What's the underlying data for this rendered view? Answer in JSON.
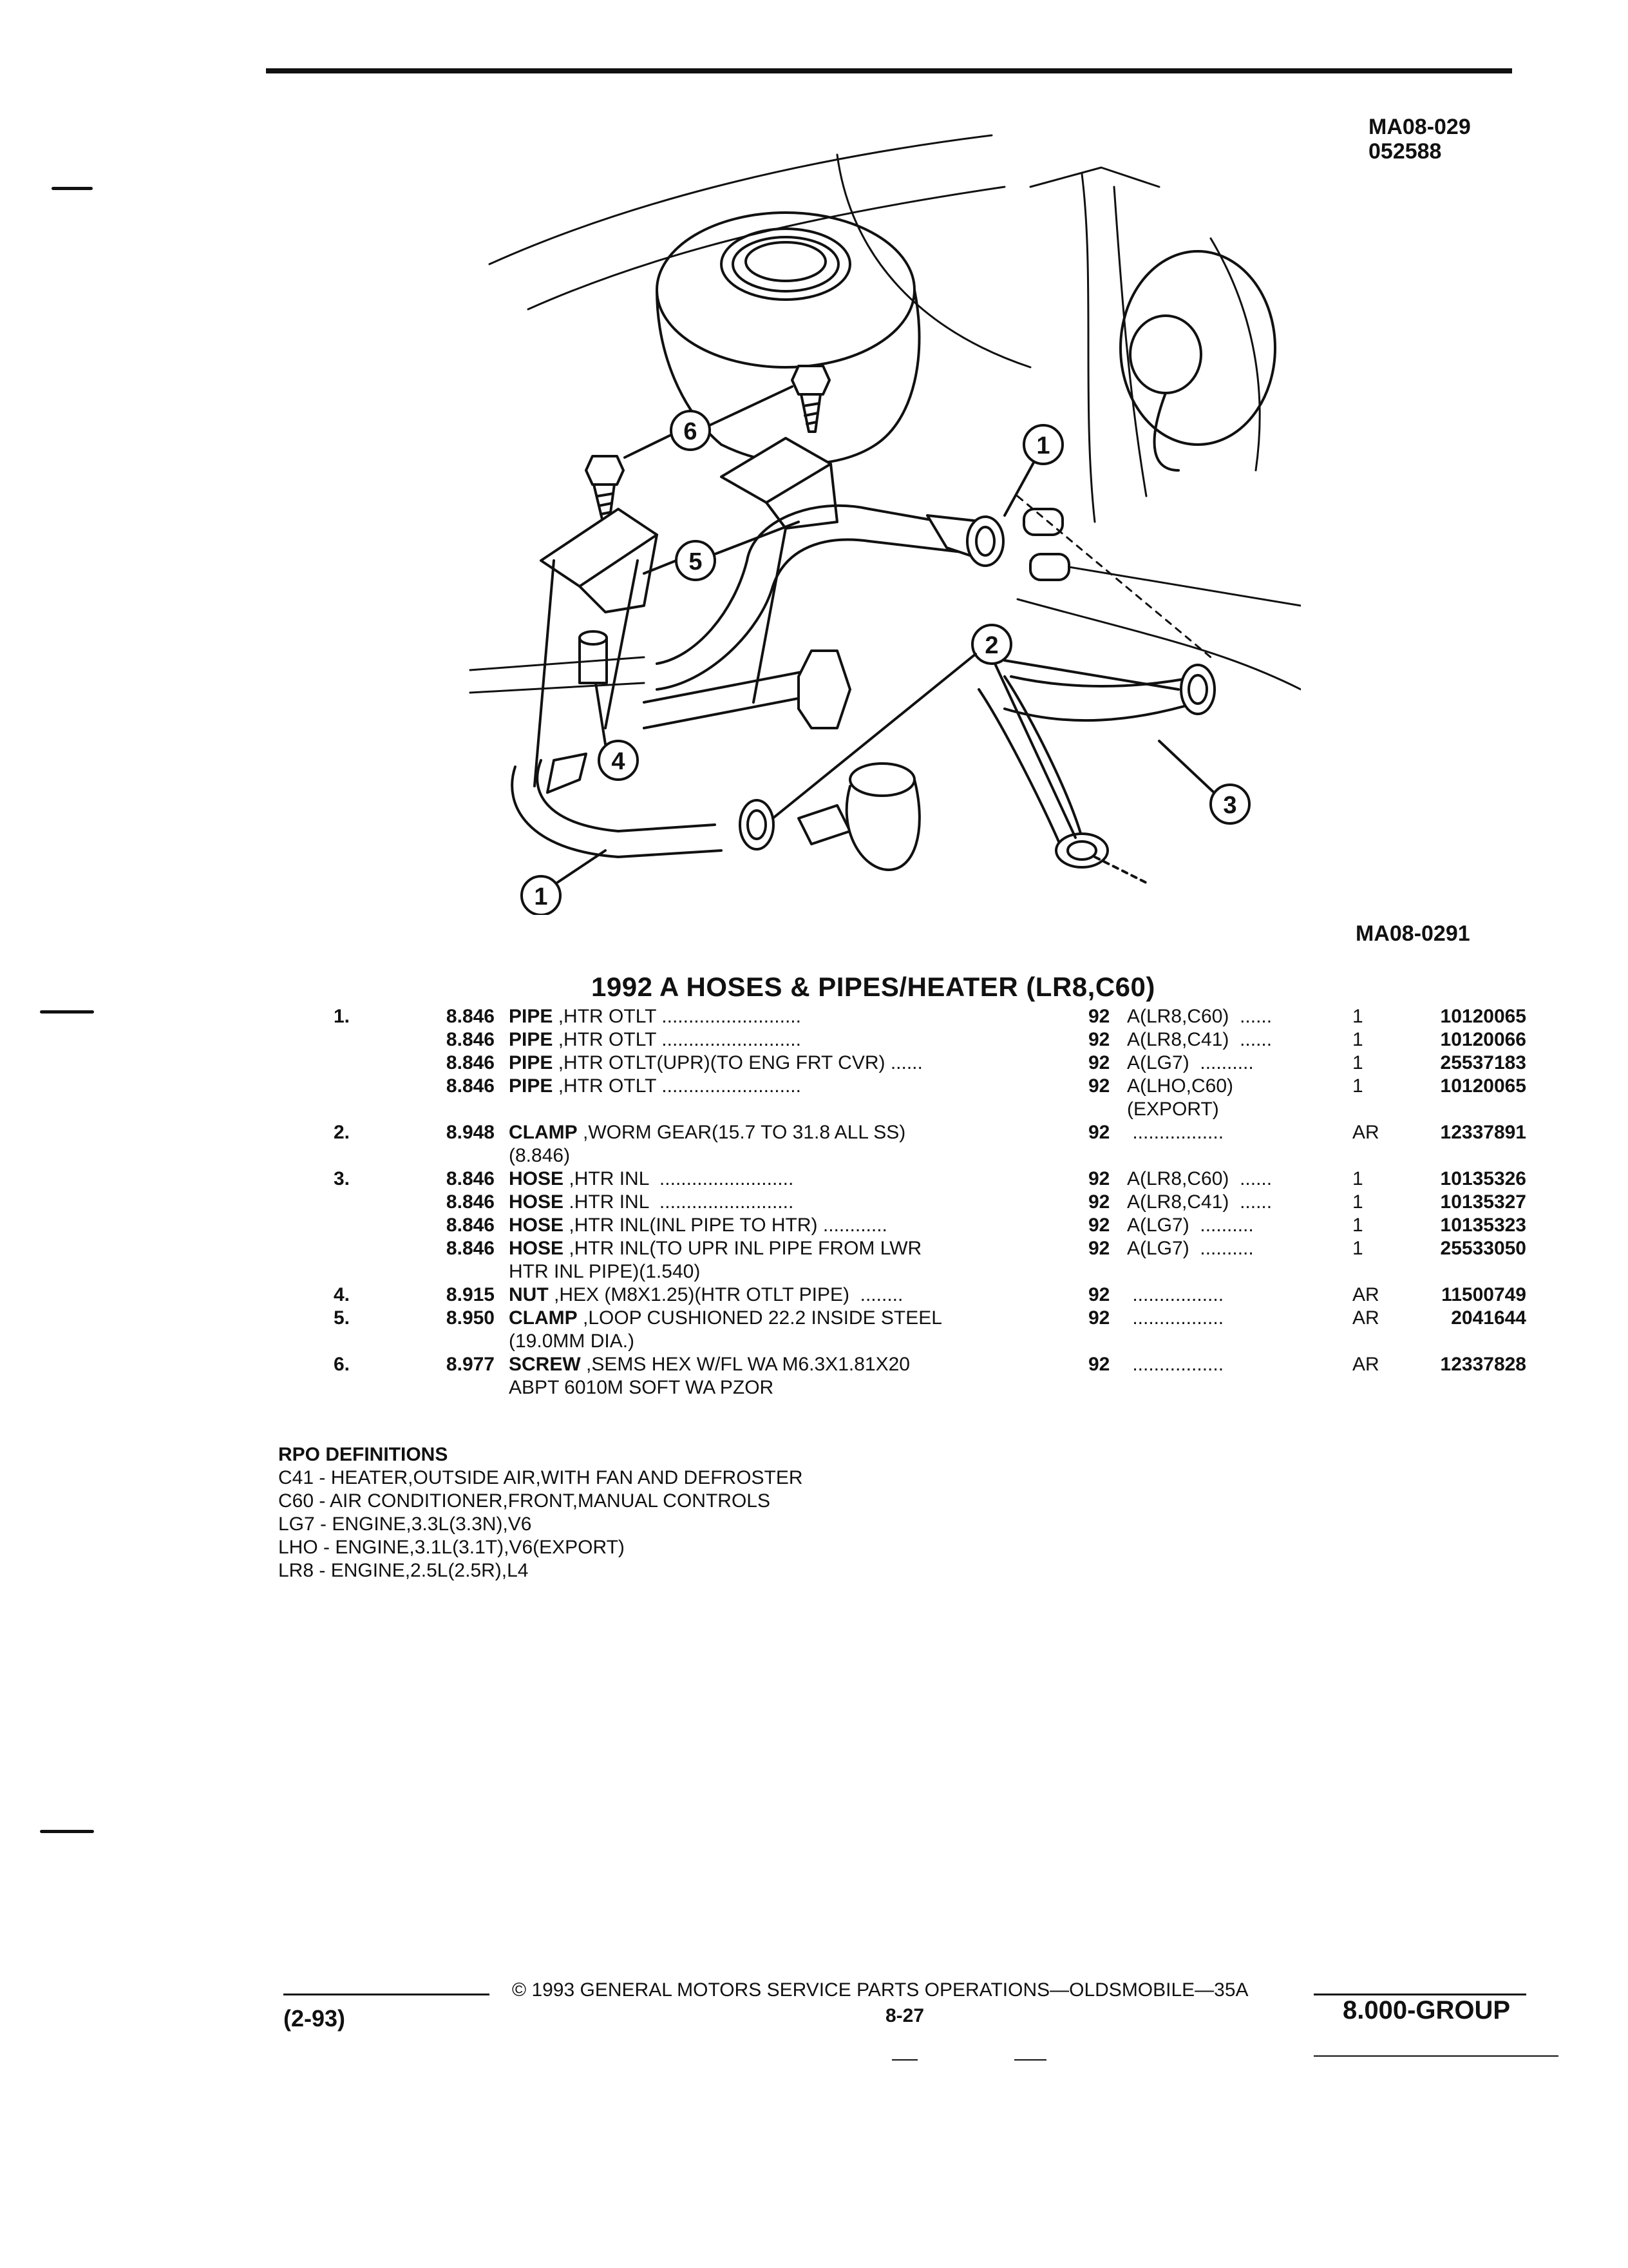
{
  "header": {
    "code_line1": "MA08-029",
    "code_line2": "052588"
  },
  "diagram": {
    "figure_code": "MA08-0291",
    "callouts": [
      "1",
      "6",
      "5",
      "2",
      "4",
      "3",
      "1"
    ]
  },
  "section": {
    "title": "1992 A HOSES & PIPES/HEATER (LR8,C60)"
  },
  "parts": [
    {
      "item": "1.",
      "group": "8.846",
      "name": "PIPE",
      "desc": " ,HTR OTLT ..........................",
      "year": "92",
      "app": "A(LR8,C60)  ......",
      "qty": "1",
      "pn": "10120065"
    },
    {
      "item": "",
      "group": "8.846",
      "name": "PIPE",
      "desc": " ,HTR OTLT ..........................",
      "year": "92",
      "app": "A(LR8,C41)  ......",
      "qty": "1",
      "pn": "10120066"
    },
    {
      "item": "",
      "group": "8.846",
      "name": "PIPE",
      "desc": " ,HTR OTLT(UPR)(TO ENG FRT CVR) ......",
      "year": "92",
      "app": "A(LG7)  ..........",
      "qty": "1",
      "pn": "25537183"
    },
    {
      "item": "",
      "group": "8.846",
      "name": "PIPE",
      "desc": " ,HTR OTLT ..........................",
      "year": "92",
      "app": "A(LHO,C60)",
      "qty": "1",
      "pn": "10120065"
    },
    {
      "item": "",
      "group": "",
      "name": "",
      "desc": "",
      "year": "",
      "app": "(EXPORT)",
      "qty": "",
      "pn": ""
    },
    {
      "item": "2.",
      "group": "8.948",
      "name": "CLAMP",
      "desc": " ,WORM GEAR(15.7 TO 31.8 ALL SS)",
      "year": "92",
      "app": " .................",
      "qty": "AR",
      "pn": "12337891"
    },
    {
      "item": "",
      "group": "",
      "name": "",
      "desc": "(8.846)",
      "year": "",
      "app": "",
      "qty": "",
      "pn": ""
    },
    {
      "item": "3.",
      "group": "8.846",
      "name": "HOSE",
      "desc": " ,HTR INL  .........................",
      "year": "92",
      "app": "A(LR8,C60)  ......",
      "qty": "1",
      "pn": "10135326"
    },
    {
      "item": "",
      "group": "8.846",
      "name": "HOSE",
      "desc": " .HTR INL  .........................",
      "year": "92",
      "app": "A(LR8,C41)  ......",
      "qty": "1",
      "pn": "10135327"
    },
    {
      "item": "",
      "group": "8.846",
      "name": "HOSE",
      "desc": " ,HTR INL(INL PIPE TO HTR) ............",
      "year": "92",
      "app": "A(LG7)  ..........",
      "qty": "1",
      "pn": "10135323"
    },
    {
      "item": "",
      "group": "8.846",
      "name": "HOSE",
      "desc": " ,HTR INL(TO UPR INL PIPE FROM LWR",
      "year": "92",
      "app": "A(LG7)  ..........",
      "qty": "1",
      "pn": "25533050"
    },
    {
      "item": "",
      "group": "",
      "name": "",
      "desc": "HTR INL PIPE)(1.540)",
      "year": "",
      "app": "",
      "qty": "",
      "pn": ""
    },
    {
      "item": "4.",
      "group": "8.915",
      "name": "NUT",
      "desc": " ,HEX (M8X1.25)(HTR OTLT PIPE)  ........",
      "year": "92",
      "app": " .................",
      "qty": "AR",
      "pn": "11500749"
    },
    {
      "item": "5.",
      "group": "8.950",
      "name": "CLAMP",
      "desc": " ,LOOP CUSHIONED 22.2 INSIDE STEEL",
      "year": "92",
      "app": " .................",
      "qty": "AR",
      "pn": "2041644"
    },
    {
      "item": "",
      "group": "",
      "name": "",
      "desc": "(19.0MM DIA.)",
      "year": "",
      "app": "",
      "qty": "",
      "pn": ""
    },
    {
      "item": "6.",
      "group": "8.977",
      "name": "SCREW",
      "desc": " ,SEMS HEX W/FL WA M6.3X1.81X20",
      "year": "92",
      "app": " .................",
      "qty": "AR",
      "pn": "12337828"
    },
    {
      "item": "",
      "group": "",
      "name": "",
      "desc": "ABPT 6010M SOFT WA PZOR",
      "year": "",
      "app": "",
      "qty": "",
      "pn": ""
    }
  ],
  "rpo": {
    "heading": "RPO DEFINITIONS",
    "lines": [
      "C41 - HEATER,OUTSIDE AIR,WITH FAN AND DEFROSTER",
      "C60 - AIR CONDITIONER,FRONT,MANUAL CONTROLS",
      "LG7 - ENGINE,3.3L(3.3N),V6",
      "LHO - ENGINE,3.1L(3.1T),V6(EXPORT)",
      "LR8 - ENGINE,2.5L(2.5R),L4"
    ]
  },
  "footer": {
    "copyright": "©  1993  GENERAL MOTORS SERVICE PARTS OPERATIONS—OLDSMOBILE—35A",
    "date": "(2-93)",
    "page": "8-27",
    "group": "8.000-GROUP"
  }
}
